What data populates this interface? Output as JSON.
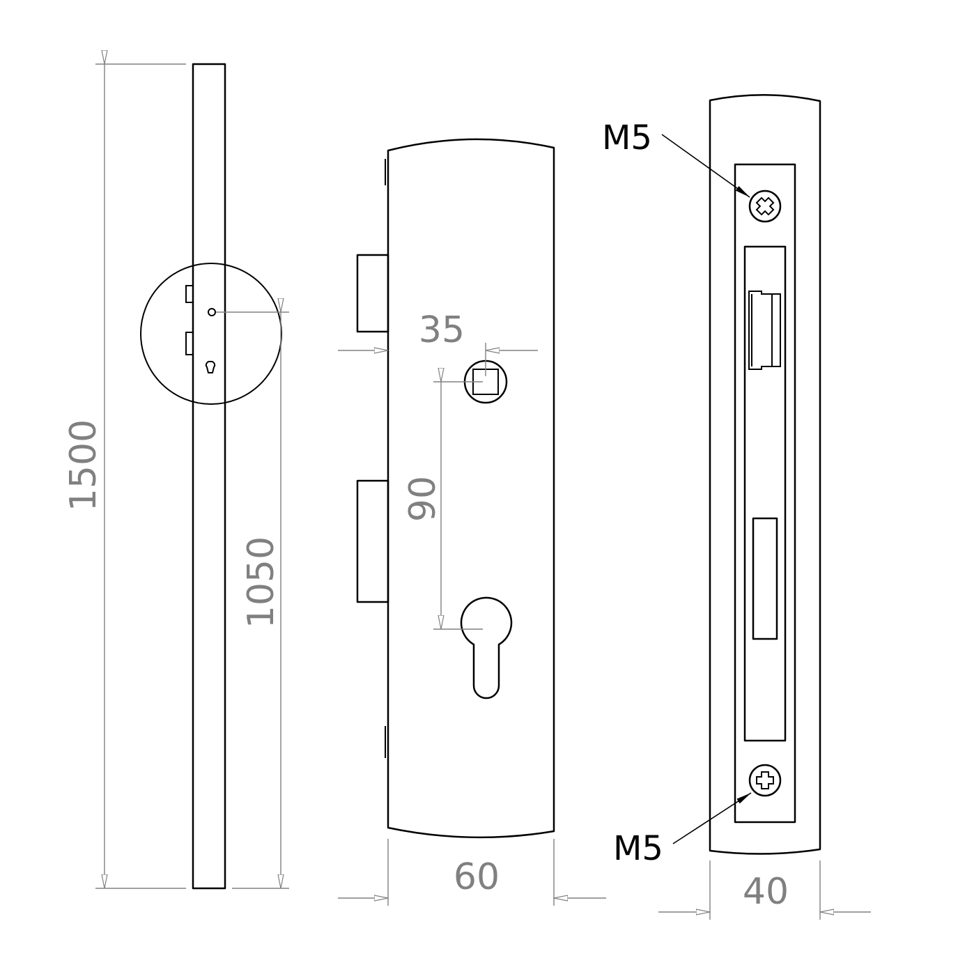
{
  "dimensions": {
    "total_height": "1500",
    "handle_height": "1050",
    "backset": "35",
    "center_distance": "90",
    "plate_width": "60",
    "faceplate_width": "40"
  },
  "callouts": {
    "screw_top": "M5",
    "screw_bottom": "M5"
  },
  "colors": {
    "line": "#000000",
    "dimension": "#808080",
    "background": "#ffffff"
  }
}
